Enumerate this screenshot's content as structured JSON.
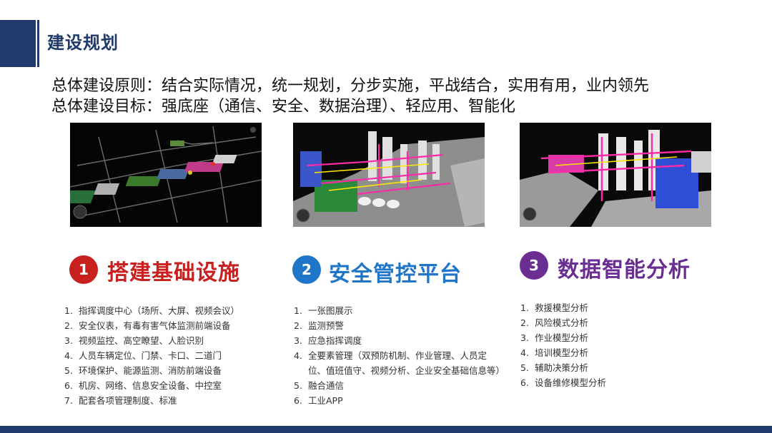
{
  "title": "建设规划",
  "principles": [
    "总体建设原则：结合实际情况，统一规划，分步实施，平战结合，实用有用，业内领先",
    "总体建设目标：强底座（通信、安全、数据治理）、轻应用、智能化"
  ],
  "sections": [
    {
      "num": "1",
      "heading": "搭建基础设施",
      "color": "#c8201e",
      "items": [
        "指挥调度中心（场所、大屏、视频会议）",
        "安全仪表，有毒有害气体监测前端设备",
        "视频监控、高空瞭望、人脸识别",
        "人员车辆定位、门禁、卡口、二道门",
        "环境保护、能源监测、消防前端设备",
        "机房、网络、信息安全设备、中控室",
        "配套各项管理制度、标准"
      ]
    },
    {
      "num": "2",
      "heading": "安全管控平台",
      "color": "#1f76c8",
      "items": [
        "一张图展示",
        "监测预警",
        "应急指挥调度",
        "全要素管理（双预防机制、作业管理、人员定位、值班值守、视频分析、企业安全基础信息等）",
        "融合通信",
        "工业APP"
      ]
    },
    {
      "num": "3",
      "heading": "数据智能分析",
      "color": "#6a2e93",
      "items": [
        "救援模型分析",
        "风险模式分析",
        "作业模型分析",
        "培训模型分析",
        "辅助决策分析",
        "设备维修模型分析"
      ]
    }
  ],
  "screenshots": [
    "3d-plant-overview",
    "3d-plant-tower-view",
    "3d-plant-closeup"
  ]
}
